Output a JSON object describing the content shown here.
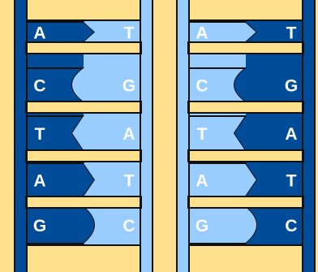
{
  "colors": {
    "background": "#FFE08C",
    "rung": "#FFE08C",
    "dark_strand": "#004C99",
    "light_strand": "#99CCFF",
    "outline": "#111111",
    "letter": "#FFFFFF"
  },
  "strands": [
    {
      "label": "left-strand",
      "pairs": [
        {
          "left": "A",
          "right": "T",
          "left_color": "dark",
          "right_color": "light",
          "shape": "arrow"
        },
        {
          "left": "C",
          "right": "G",
          "left_color": "dark",
          "right_color": "light",
          "shape": "bump"
        },
        {
          "left": "T",
          "right": "A",
          "left_color": "dark",
          "right_color": "light",
          "shape": "notch"
        },
        {
          "left": "A",
          "right": "T",
          "left_color": "dark",
          "right_color": "light",
          "shape": "arrow"
        },
        {
          "left": "G",
          "right": "C",
          "left_color": "dark",
          "right_color": "light",
          "shape": "cup"
        }
      ]
    },
    {
      "label": "right-strand",
      "pairs": [
        {
          "left": "A",
          "right": "T",
          "left_color": "light",
          "right_color": "dark",
          "shape": "arrow"
        },
        {
          "left": "C",
          "right": "G",
          "left_color": "light",
          "right_color": "dark",
          "shape": "bump"
        },
        {
          "left": "T",
          "right": "A",
          "left_color": "light",
          "right_color": "dark",
          "shape": "notch"
        },
        {
          "left": "A",
          "right": "T",
          "left_color": "light",
          "right_color": "dark",
          "shape": "arrow"
        },
        {
          "left": "G",
          "right": "C",
          "left_color": "light",
          "right_color": "dark",
          "shape": "cup"
        }
      ]
    }
  ]
}
